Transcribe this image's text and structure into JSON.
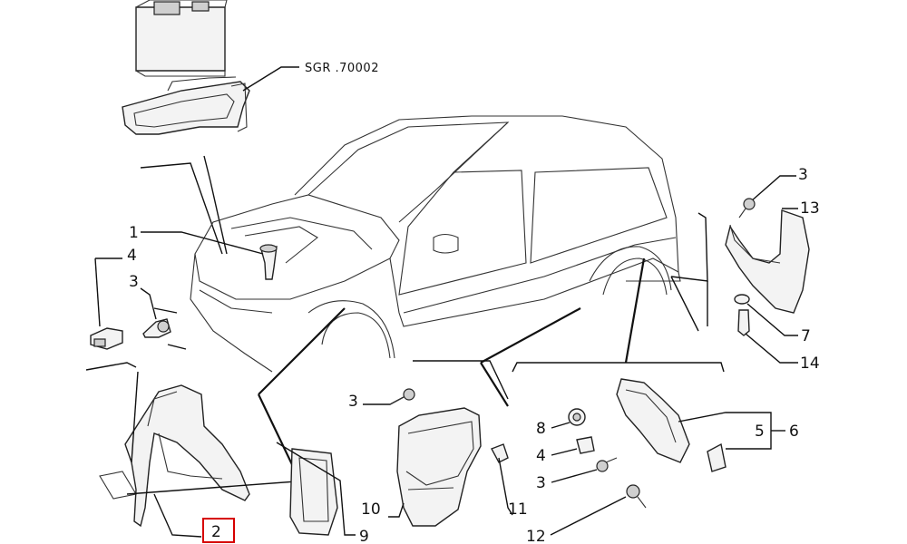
{
  "diagram": {
    "reference_code": "SGR .70002",
    "highlight_color": "#d60000",
    "callouts": {
      "c1": "1",
      "c2": "2",
      "c3_top_right": "3",
      "c13": "13",
      "c4_left": "4",
      "c3_left": "3",
      "c7": "7",
      "c14": "14",
      "c3_middle": "3",
      "c8": "8",
      "c5": "5",
      "c6": "6",
      "c4_middle": "4",
      "c3_bottom": "3",
      "c10": "10",
      "c11": "11",
      "c9": "9",
      "c12": "12"
    }
  }
}
